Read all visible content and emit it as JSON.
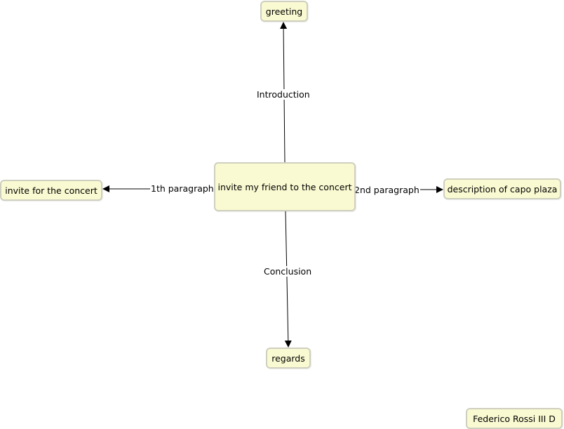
{
  "colors": {
    "node_fill": "#fafad2",
    "node_border": "#cfcfbf",
    "link_line": "#000000",
    "background": "#ffffff"
  },
  "nodes": {
    "center": "invite my friend to the concert",
    "greeting": "greeting",
    "invite": "invite for the concert",
    "description": "description of capo plaza",
    "regards": "regards",
    "author": "Federico Rossi III D"
  },
  "links": {
    "introduction": "Introduction",
    "first_paragraph": "1th paragraph",
    "second_paragraph": "2nd paragraph",
    "conclusion": "Conclusion"
  }
}
